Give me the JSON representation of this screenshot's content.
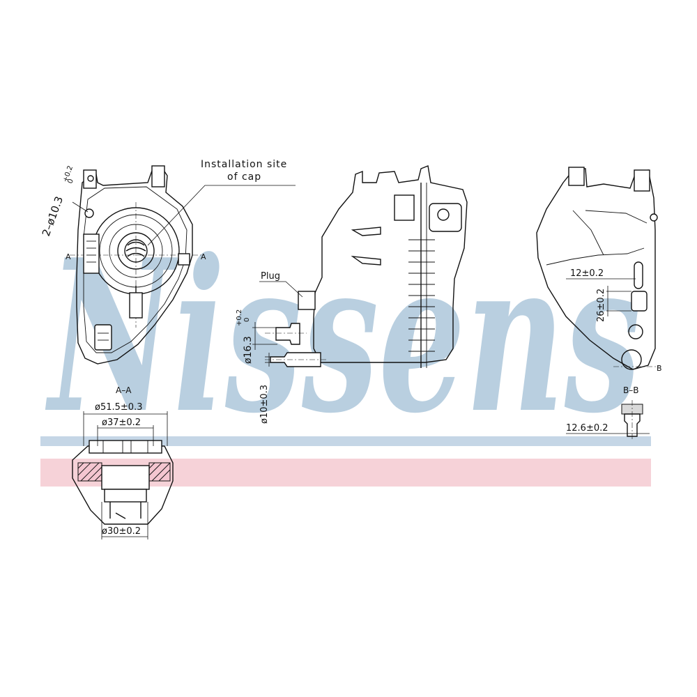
{
  "watermark": {
    "text": "Nissens",
    "band_blue": "#c5d6e6",
    "band_pink": "#f6d2d8",
    "letter_color": "#b9cfe0"
  },
  "labels": {
    "installation_site_line1": "Installation site",
    "installation_site_line2": "of cap",
    "plug": "Plug",
    "section_a_left": "A",
    "section_a_right": "A",
    "section_aa": "A–A",
    "section_b_right": "B",
    "section_bb": "B–B"
  },
  "dimensions": {
    "hole_note": "2–ø10.3",
    "hole_tol": "+0.2",
    "hole_tol_low": "0",
    "d51": "ø51.5±0.3",
    "d37": "ø37±0.2",
    "d30": "ø30±0.2",
    "d16": "ø16.3",
    "d16_tol": "+0.2",
    "d16_tol_low": "0",
    "d10": "ø10±0.3",
    "d12": "12±0.2",
    "d26": "26±0.2",
    "d12_6": "12.6±0.2"
  }
}
